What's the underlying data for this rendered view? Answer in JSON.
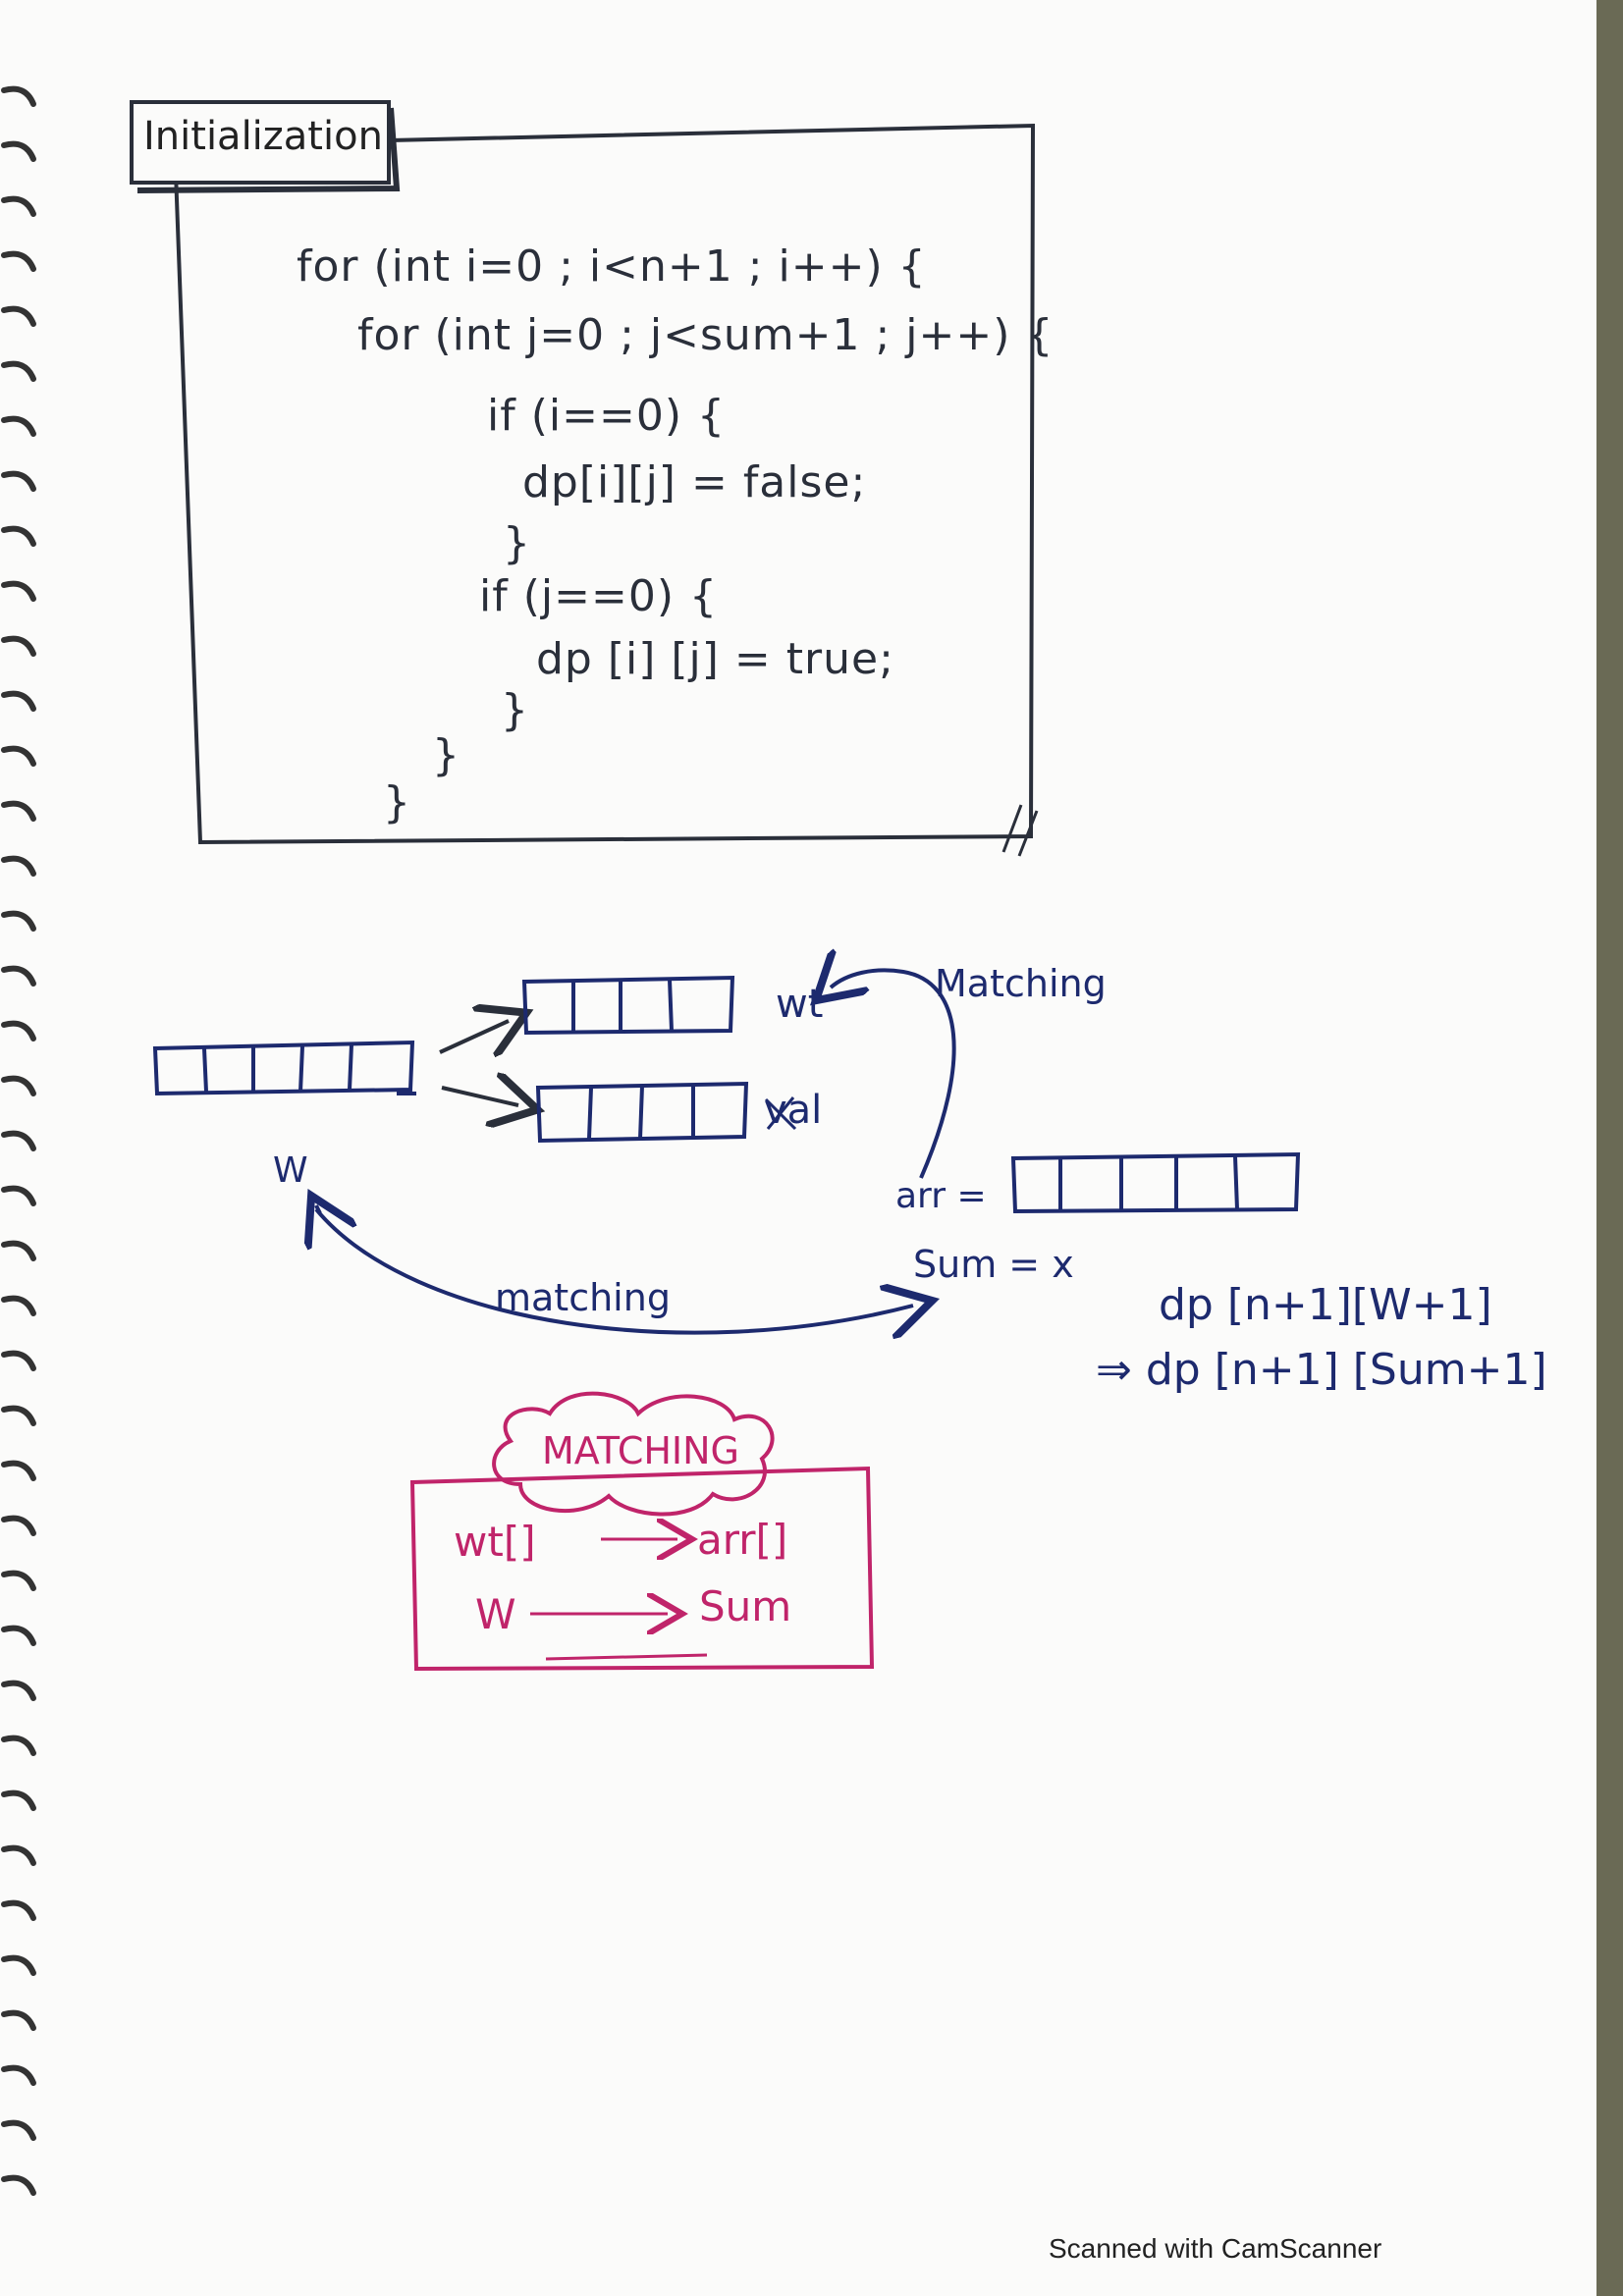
{
  "initialization": {
    "title": "Initialization",
    "code": [
      "for (int i=0 ; i<n+1 ; i++) {",
      "for (int j=0 ; j<sum+1 ; j++) {",
      "if (i==0) {",
      "dp[i][j] = false;",
      "}",
      "if (j==0) {",
      "dp [i] [j] = true;",
      "}",
      "}",
      "}"
    ]
  },
  "diagram": {
    "wt_label": "wt",
    "val_label": "val",
    "matching_top": "Matching",
    "w_label": "W",
    "arr_label": "arr =",
    "sum_label": "Sum = x",
    "matching_bottom": "matching",
    "dp_line1": "dp [n+1][W+1]",
    "dp_line2": "⇒ dp [n+1] [Sum+1]"
  },
  "matching_box": {
    "cloud_title": "MATCHING",
    "row1_left": "wt[]",
    "row1_right": "arr[]",
    "row2_left": "W",
    "row2_right": "Sum"
  },
  "footer": "Scanned with CamScanner",
  "colors": {
    "ink": "#2a2f3a",
    "blue": "#1d2a6e",
    "pink": "#c0246a"
  }
}
